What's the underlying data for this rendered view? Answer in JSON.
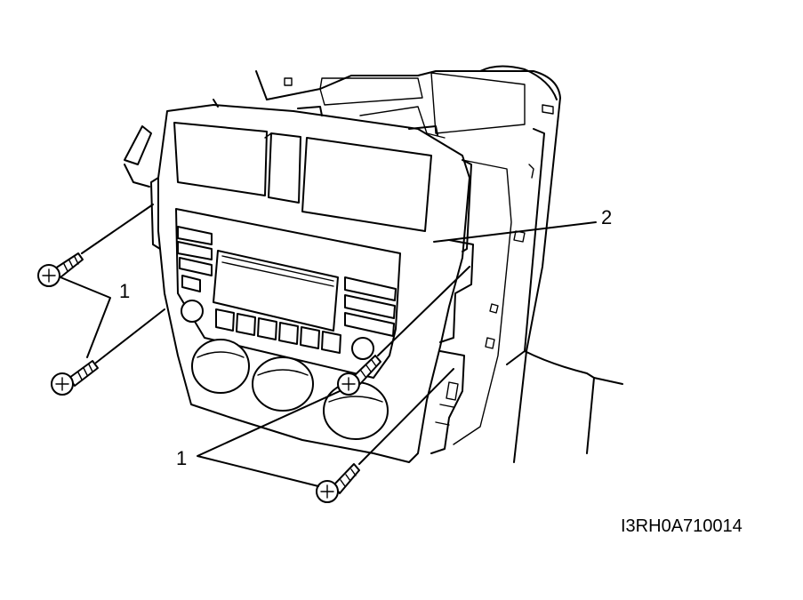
{
  "callouts": {
    "screw_label_left": "1",
    "screw_label_bottom": "1",
    "panel_label": "2"
  },
  "figure_code": "I3RH0A710014"
}
